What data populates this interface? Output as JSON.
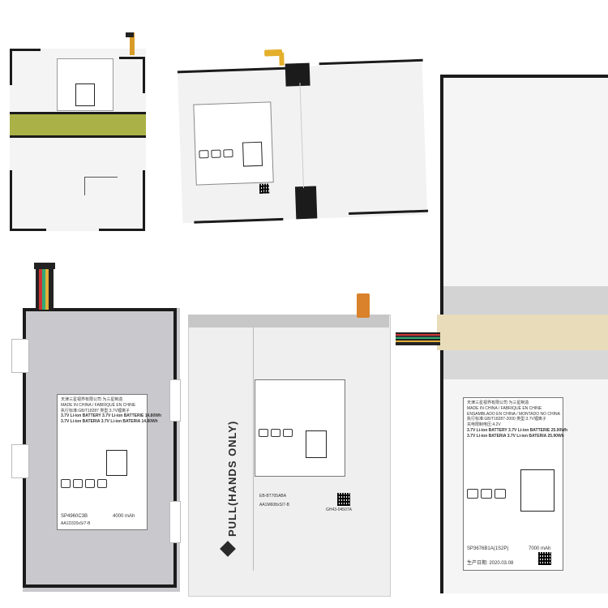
{
  "batteries": [
    {
      "id": "battery-top-left",
      "label_lines": []
    },
    {
      "id": "battery-top-center",
      "label_lines": []
    },
    {
      "id": "battery-right-large",
      "label_lines": [
        "天津三星视界有限公司  为三星制造",
        "MADE IN CHINA / FABRIQUÉ EN CHINE",
        "ENSAMBLADO EN CHINA / MONTADO NO CHINA",
        "执行标准:GB/T18287-2000  类型:3.7V锂离子",
        "充电限制电压:4.2V",
        "3.7V Li-ion BATTERY 3.7V Li-ion BATTERIE 25.90Wh",
        "3.7V Li-ion BATERIA 3.7V Li-ion BATERIA 25.90Wh",
        "SP3676B1A(1S2P)",
        "7000 mAh",
        "生产日期: 2020.03.08"
      ]
    },
    {
      "id": "battery-bottom-left",
      "label_lines": [
        "天津三星视界有限公司 为三星制造",
        "MADE IN CHINA / FABRIQUÉ EN CHINE",
        "执行标准:GB/T18287  类型:3.7V锂离子",
        "3.7V Li-ion BATTERY 3.7V Li-ion BATTERIE 14.80Wh",
        "3.7V Li-ion BATERIA 3.7V Li-ion BATERIA 14.80Wh",
        "SP4960C3B",
        "4000 mAh",
        "AA1D320xS/7-B"
      ]
    },
    {
      "id": "battery-bottom-center",
      "label_lines": [
        "EB-BT705ABA",
        "AA1M608xS/7-B",
        "GH43-04507A"
      ],
      "pull_text": "PULL(HANDS ONLY)"
    }
  ]
}
